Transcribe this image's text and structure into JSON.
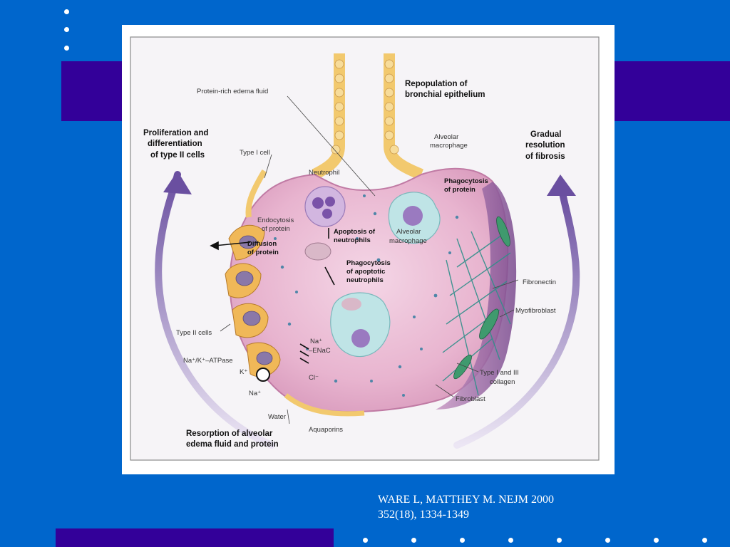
{
  "slide": {
    "background_color": "#0066cc",
    "band_color": "#330099",
    "citation_line1": "WARE L, MATTHEY M. NEJM 2000",
    "citation_line2": "352(18), 1334-1349"
  },
  "diagram": {
    "proliferation": [
      "Proliferation and",
      "differentiation",
      "of type II cells"
    ],
    "repopulation": [
      "Repopulation of",
      "bronchial epithelium"
    ],
    "gradual": [
      "Gradual",
      "resolution",
      "of fibrosis"
    ],
    "resorption": [
      "Resorption of alveolar",
      "edema fluid and protein"
    ],
    "protein_rich": "Protein-rich edema fluid",
    "type_i_cell": "Type I cell",
    "neutrophil": "Neutrophil",
    "endocytosis": [
      "Endocytosis",
      "of protein"
    ],
    "diffusion": [
      "Diffusion",
      "of protein"
    ],
    "apoptosis": [
      "Apoptosis of",
      "neutrophils"
    ],
    "phagocytosis_apoptotic": [
      "Phagocytosis",
      "of apoptotic",
      "neutrophils"
    ],
    "alveolar_macrophage_top": [
      "Alveolar",
      "macrophage"
    ],
    "alveolar_macrophage_mid": [
      "Alveolar",
      "macrophage"
    ],
    "phagocytosis_protein": [
      "Phagocytosis",
      "of protein"
    ],
    "type_ii_cells": "Type II cells",
    "atpase": "Na⁺/K⁺–ATPase",
    "k_plus": "K⁺",
    "na_plus_bottom": "Na⁺",
    "na_plus": "Na⁺",
    "enac": "–ENaC",
    "cl_minus": "Cl⁻",
    "water": "Water",
    "aquaporins": "Aquaporins",
    "fibronectin": "Fibronectin",
    "myofibroblast": "Myofibroblast",
    "collagen": [
      "Type I and III",
      "collagen"
    ],
    "fibroblast": "Fibroblast"
  }
}
